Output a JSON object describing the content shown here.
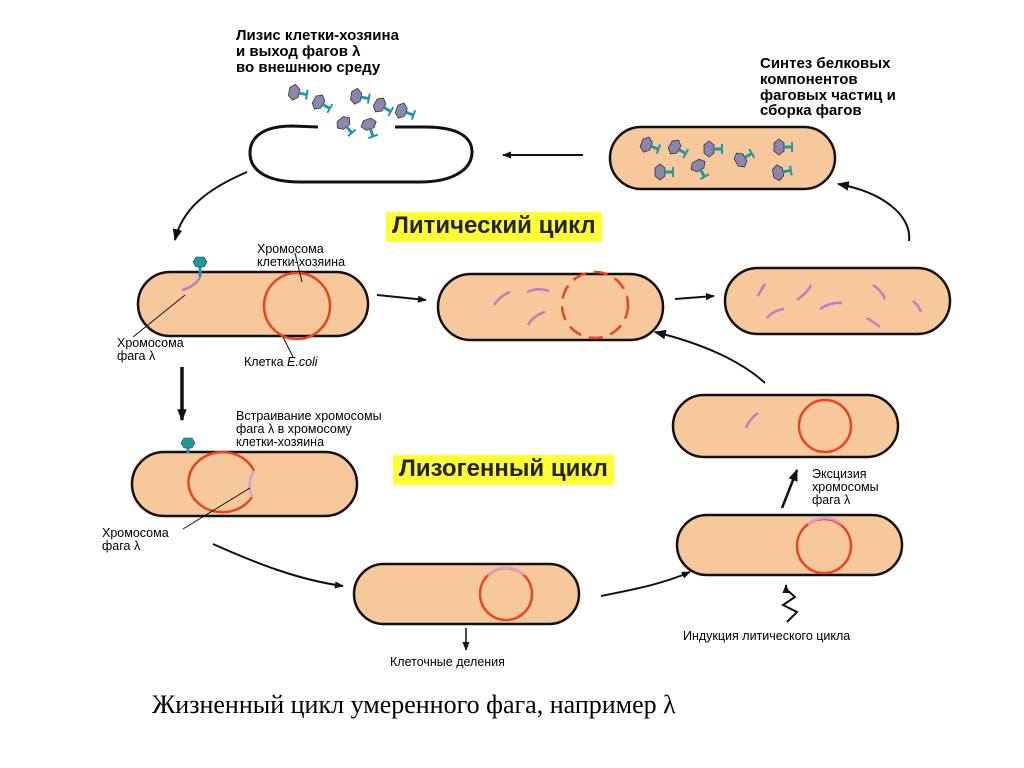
{
  "labels": {
    "lysis": [
      "Лизис клетки-хозяина",
      "и выход фагов λ",
      "во внешнюю среду"
    ],
    "synthesis": [
      "Синтез белковых",
      "компонентов",
      "фаговых частиц и",
      "сборка фагов"
    ],
    "host_chromosome": [
      "Хромосома",
      "клетки-хозяина"
    ],
    "phage_chromosome_1": [
      "Хромосома",
      "фага λ"
    ],
    "cell_prefix": "Клетка ",
    "cell_name": "E.coli",
    "integration": [
      "Встраивание хромосомы",
      "фага λ в хромосому",
      "клетки-хозяина"
    ],
    "phage_chromosome_2": [
      "Хромосома",
      "фага λ"
    ],
    "excision": [
      "Эксцизия",
      "хромосомы",
      "фага λ"
    ],
    "induction": "Индукция литического цикла",
    "cell_division": "Клеточные деления"
  },
  "cycles": {
    "lytic": "Литический цикл",
    "lysogenic": "Лизогенный цикл"
  },
  "caption": "Жизненный цикл умеренного фага, например λ",
  "colors": {
    "cell_fill": "#f7c89b",
    "cell_outline": "#000000",
    "host_chromosome": "#e8461e",
    "phage_dna": "#c27bc4",
    "phage_head": "#8a86b0",
    "phage_tail": "#1c9aa0",
    "cycle_label_bg": "#ffff33"
  }
}
